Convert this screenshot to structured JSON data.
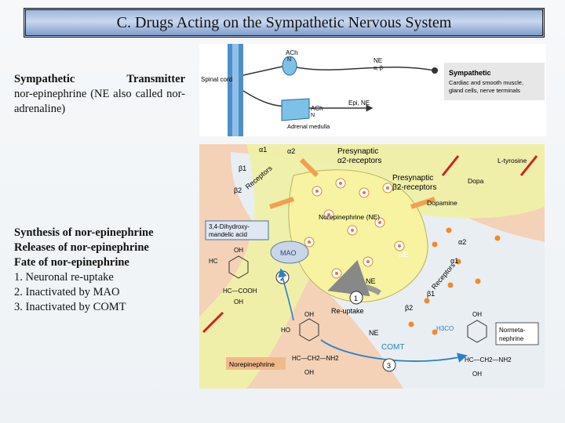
{
  "slide": {
    "title": "C. Drugs Acting on the Sympathetic Nervous System",
    "intro": {
      "heading_left": "Sympathetic",
      "heading_right": "Transmitter",
      "body": "nor-epinephrine (NE also called nor-adrenaline)"
    },
    "notes": {
      "line1": "Synthesis of nor-epinephrine",
      "line2": "Releases of nor-epinephrine",
      "line3": "Fate of nor-epinephrine",
      "item1": "1.  Neuronal re-uptake",
      "item2": "2.  Inactivated by MAO",
      "item3": "3.  Inactivated by COMT"
    }
  },
  "top_figure": {
    "spinal_cord": "Spinal cord",
    "ach1": "ACh",
    "n1": "N",
    "ne": "NE",
    "alpha_beta": "α, β",
    "ach2": "ACh",
    "n2": "N",
    "epi_ne": "Epi, NE",
    "adrenal": "Adrenal medulla",
    "sympathetic": "Sympathetic",
    "targets1": "Cardiac and smooth muscle,",
    "targets2": "gland cells, nerve terminals"
  },
  "main_figure": {
    "alpha1_top": "α1",
    "alpha2_top": "α2",
    "beta1": "β1",
    "beta2": "β2",
    "receptors_left": "Receptors",
    "presyn1": "Presynaptic",
    "presyn2": "α2-receptors",
    "presyn3": "Presynaptic",
    "presyn4": "β2-receptors",
    "l_tyrosine": "L-tyrosine",
    "dopa": "Dopa",
    "dopamine": "Dopamine",
    "nor_ne": "Norepinephrine (NE)",
    "dhm1": "3,4-Dihydroxy-",
    "dhm2": "mandelic acid",
    "mao": "MAO",
    "ne_a": "NE",
    "ne_b": "NE",
    "ne_c": "NE",
    "alpha2_r": "α2",
    "alpha1_r": "α1",
    "receptors_right": "Receptors",
    "beta1_r": "β1",
    "beta2_r": "β2",
    "reuptake": "Re-uptake",
    "num1": "1",
    "num2": "2",
    "num3": "3",
    "comt": "COMT",
    "norepinephrine_box": "Norepinephrine",
    "normeta1": "Normeta-",
    "normeta2": "nephrine",
    "hc": "HC",
    "oh1": "OH",
    "cooh": "HC—COOH",
    "oh2": "OH",
    "ho1": "HO",
    "oh3": "OH",
    "ch_nh2": "HC—CH2—NH2",
    "oh4": "OH",
    "h3co": "H3CO",
    "oh5": "OH",
    "ch_nh2b": "HC—CH2—NH2",
    "oh6": "OH"
  }
}
